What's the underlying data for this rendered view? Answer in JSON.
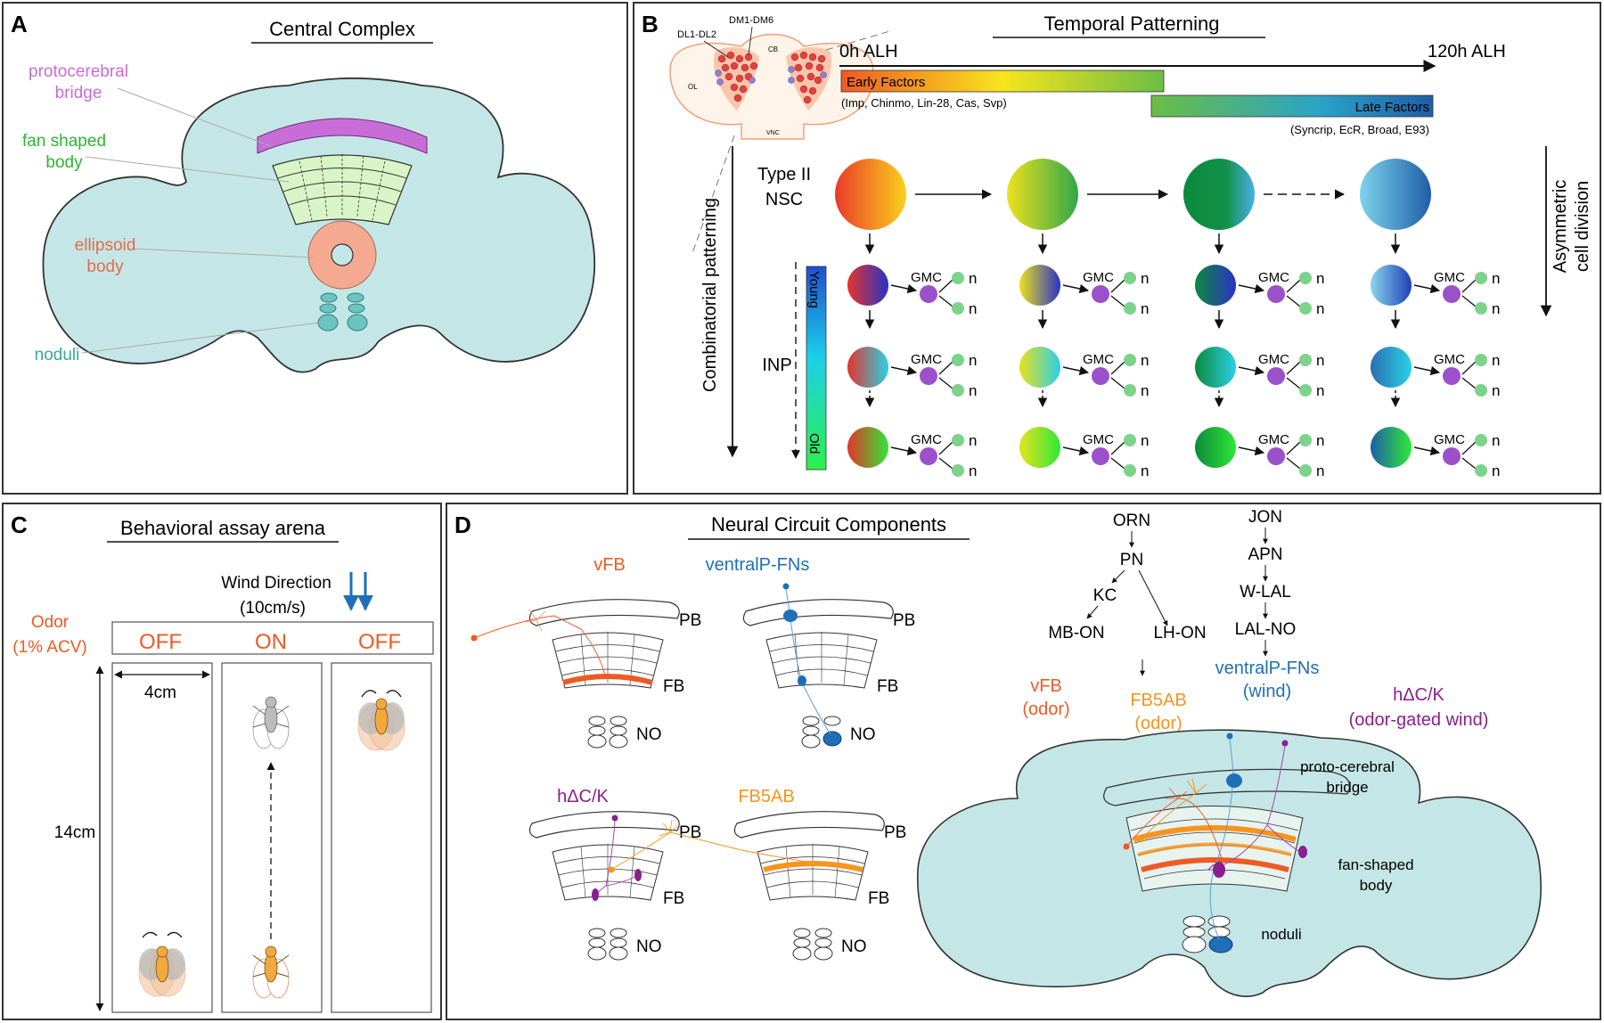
{
  "panel_a": {
    "letter": "A",
    "title": "Central Complex",
    "labels": {
      "pb_1": "protocerebral",
      "pb_2": "bridge",
      "fb_1": "fan shaped",
      "fb_2": "body",
      "eb_1": "ellipsoid",
      "eb_2": "body",
      "no": "noduli"
    }
  },
  "panel_b": {
    "letter": "B",
    "title": "Temporal Patterning",
    "inset": {
      "dl": "DL1-DL2",
      "dm": "DM1-DM6",
      "cb": "CB",
      "ol_left": "OL",
      "ol_right": "OL",
      "vnc": "VNC"
    },
    "timeline_start": "0h ALH",
    "timeline_end": "120h ALH",
    "early_label": "Early Factors",
    "early_factors": "(Imp, Chinmo, Lin-28, Cas, Svp)",
    "late_label": "Late Factors",
    "late_factors": "(Syncrip, EcR, Broad, E93)",
    "nsc_1": "Type II",
    "nsc_2": "NSC",
    "inp": "INP",
    "young": "Young",
    "old": "Old",
    "combinatorial": "Combinatorial patterning",
    "asym_1": "Asymmetric",
    "asym_2": "cell division",
    "gmc": "GMC",
    "n": "n"
  },
  "panel_c": {
    "letter": "C",
    "title": "Behavioral assay arena",
    "wind_1": "Wind Direction",
    "wind_2": "(10cm/s)",
    "odor_1": "Odor",
    "odor_2": "(1% ACV)",
    "lanes": [
      "OFF",
      "ON",
      "OFF"
    ],
    "width": "4cm",
    "length": "14cm"
  },
  "panel_d": {
    "letter": "D",
    "title": "Neural Circuit Components",
    "neurons": {
      "vfb": "vFB",
      "vpfn": "ventralP-FNs",
      "hdk": "hΔC/K",
      "fb5ab": "FB5AB"
    },
    "pb": "PB",
    "fb": "FB",
    "no": "NO",
    "pathway_odor": [
      "ORN",
      "PN",
      "KC",
      "MB-ON",
      "LH-ON"
    ],
    "pathway_wind": [
      "JON",
      "APN",
      "W-LAL",
      "LAL-NO"
    ],
    "ventralp_1": "ventralP-FNs",
    "ventralp_2": "(wind)",
    "vfb_1": "vFB",
    "vfb_2": "(odor)",
    "fb5ab_1": "FB5AB",
    "fb5ab_2": "(odor)",
    "hdk_1": "hΔC/K",
    "hdk_2": "(odor-gated wind)",
    "brain_pb_1": "proto-cerebral",
    "brain_pb_2": "bridge",
    "brain_fb_1": "fan-shaped",
    "brain_fb_2": "body",
    "brain_no": "noduli"
  },
  "colors": {
    "brain": "#c5e6e6",
    "pb": "#c86dd7",
    "fb": "#d9f5c8",
    "eb": "#f4a990",
    "noduli": "#6cc4c0",
    "orange_red": "#ee5a24",
    "blue": "#1f6fb8",
    "purple": "#8a1f8f",
    "orange": "#f7941d",
    "gmc": "#9b51c9",
    "neuron": "#7dd38b"
  }
}
